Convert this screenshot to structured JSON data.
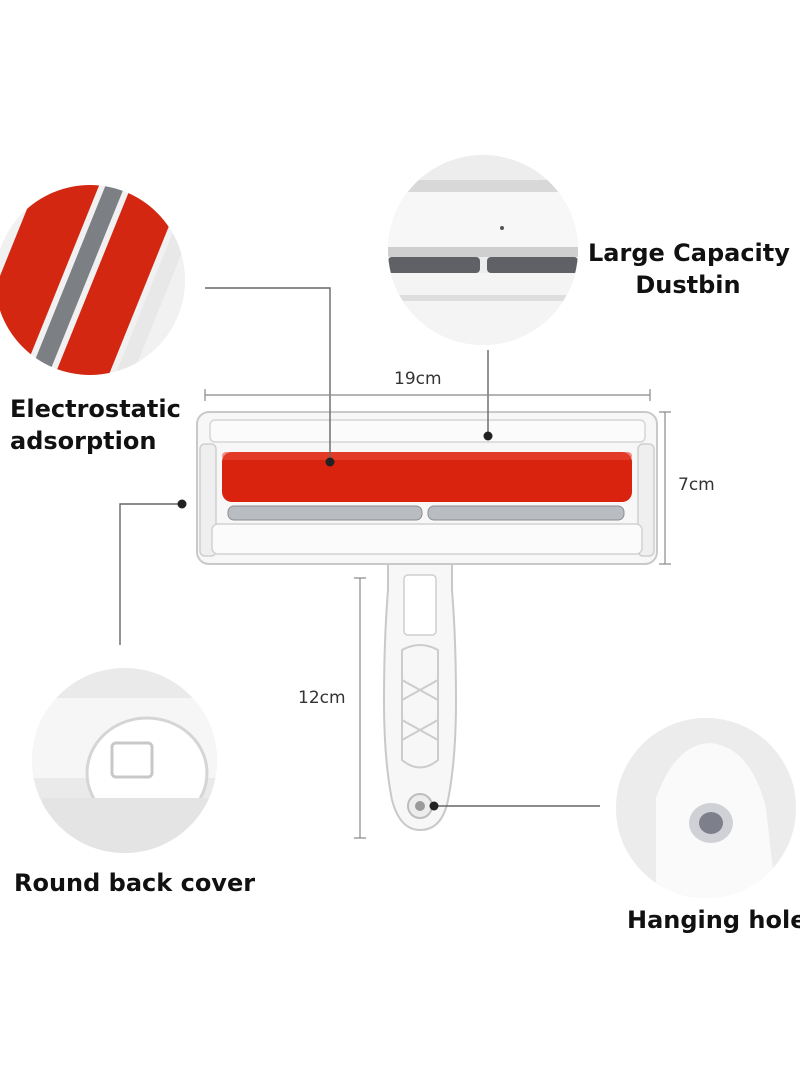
{
  "features": {
    "dustbin": {
      "line1": "Large Capacity",
      "line2": "Dustbin",
      "icon": "dustbin-closeup"
    },
    "electrostatic": {
      "line1": "Electrostatic",
      "line2": "adsorption",
      "icon": "red-fabric-closeup"
    },
    "back_cover": {
      "label": "Round back cover",
      "icon": "back-cover-closeup"
    },
    "hanging_hole": {
      "label": "Hanging hole",
      "icon": "hanging-hole-closeup"
    }
  },
  "dimensions": {
    "width": "19cm",
    "height": "7cm",
    "handle": "12cm"
  },
  "colors": {
    "roller_red": "#d9230f",
    "body_white": "#f7f7f7",
    "outline_grey": "#c9c9c9",
    "strip_grey": "#8a8d92"
  }
}
